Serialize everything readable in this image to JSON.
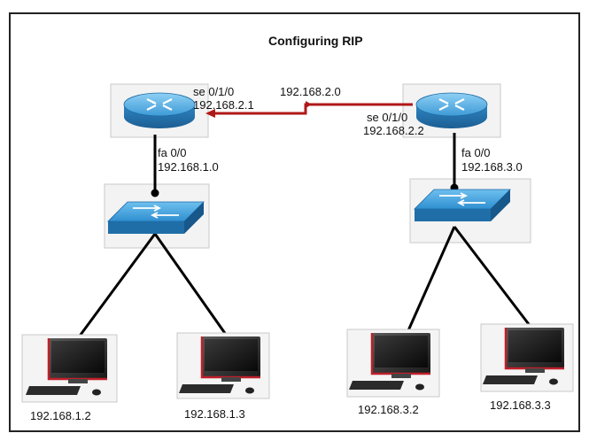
{
  "title": "Configuring RIP",
  "network_label": "192.168.2.0",
  "router_left": {
    "serial_if": "se 0/1/0",
    "serial_ip": "192.168.2.1",
    "fa_if": "fa 0/0",
    "fa_net": "192.168.1.0"
  },
  "router_right": {
    "serial_if": "se 0/1/0",
    "serial_ip": "192.168.2.2",
    "fa_if": "fa 0/0",
    "fa_net": "192.168.3.0"
  },
  "pcs": [
    {
      "ip": "192.168.1.2"
    },
    {
      "ip": "192.168.1.3"
    },
    {
      "ip": "192.168.3.2"
    },
    {
      "ip": "192.168.3.3"
    }
  ],
  "colors": {
    "serial_link": "#b01818",
    "ethernet_link": "#000000",
    "device_blue": "#3a9ad9",
    "monitor_red": "#c0202a"
  }
}
